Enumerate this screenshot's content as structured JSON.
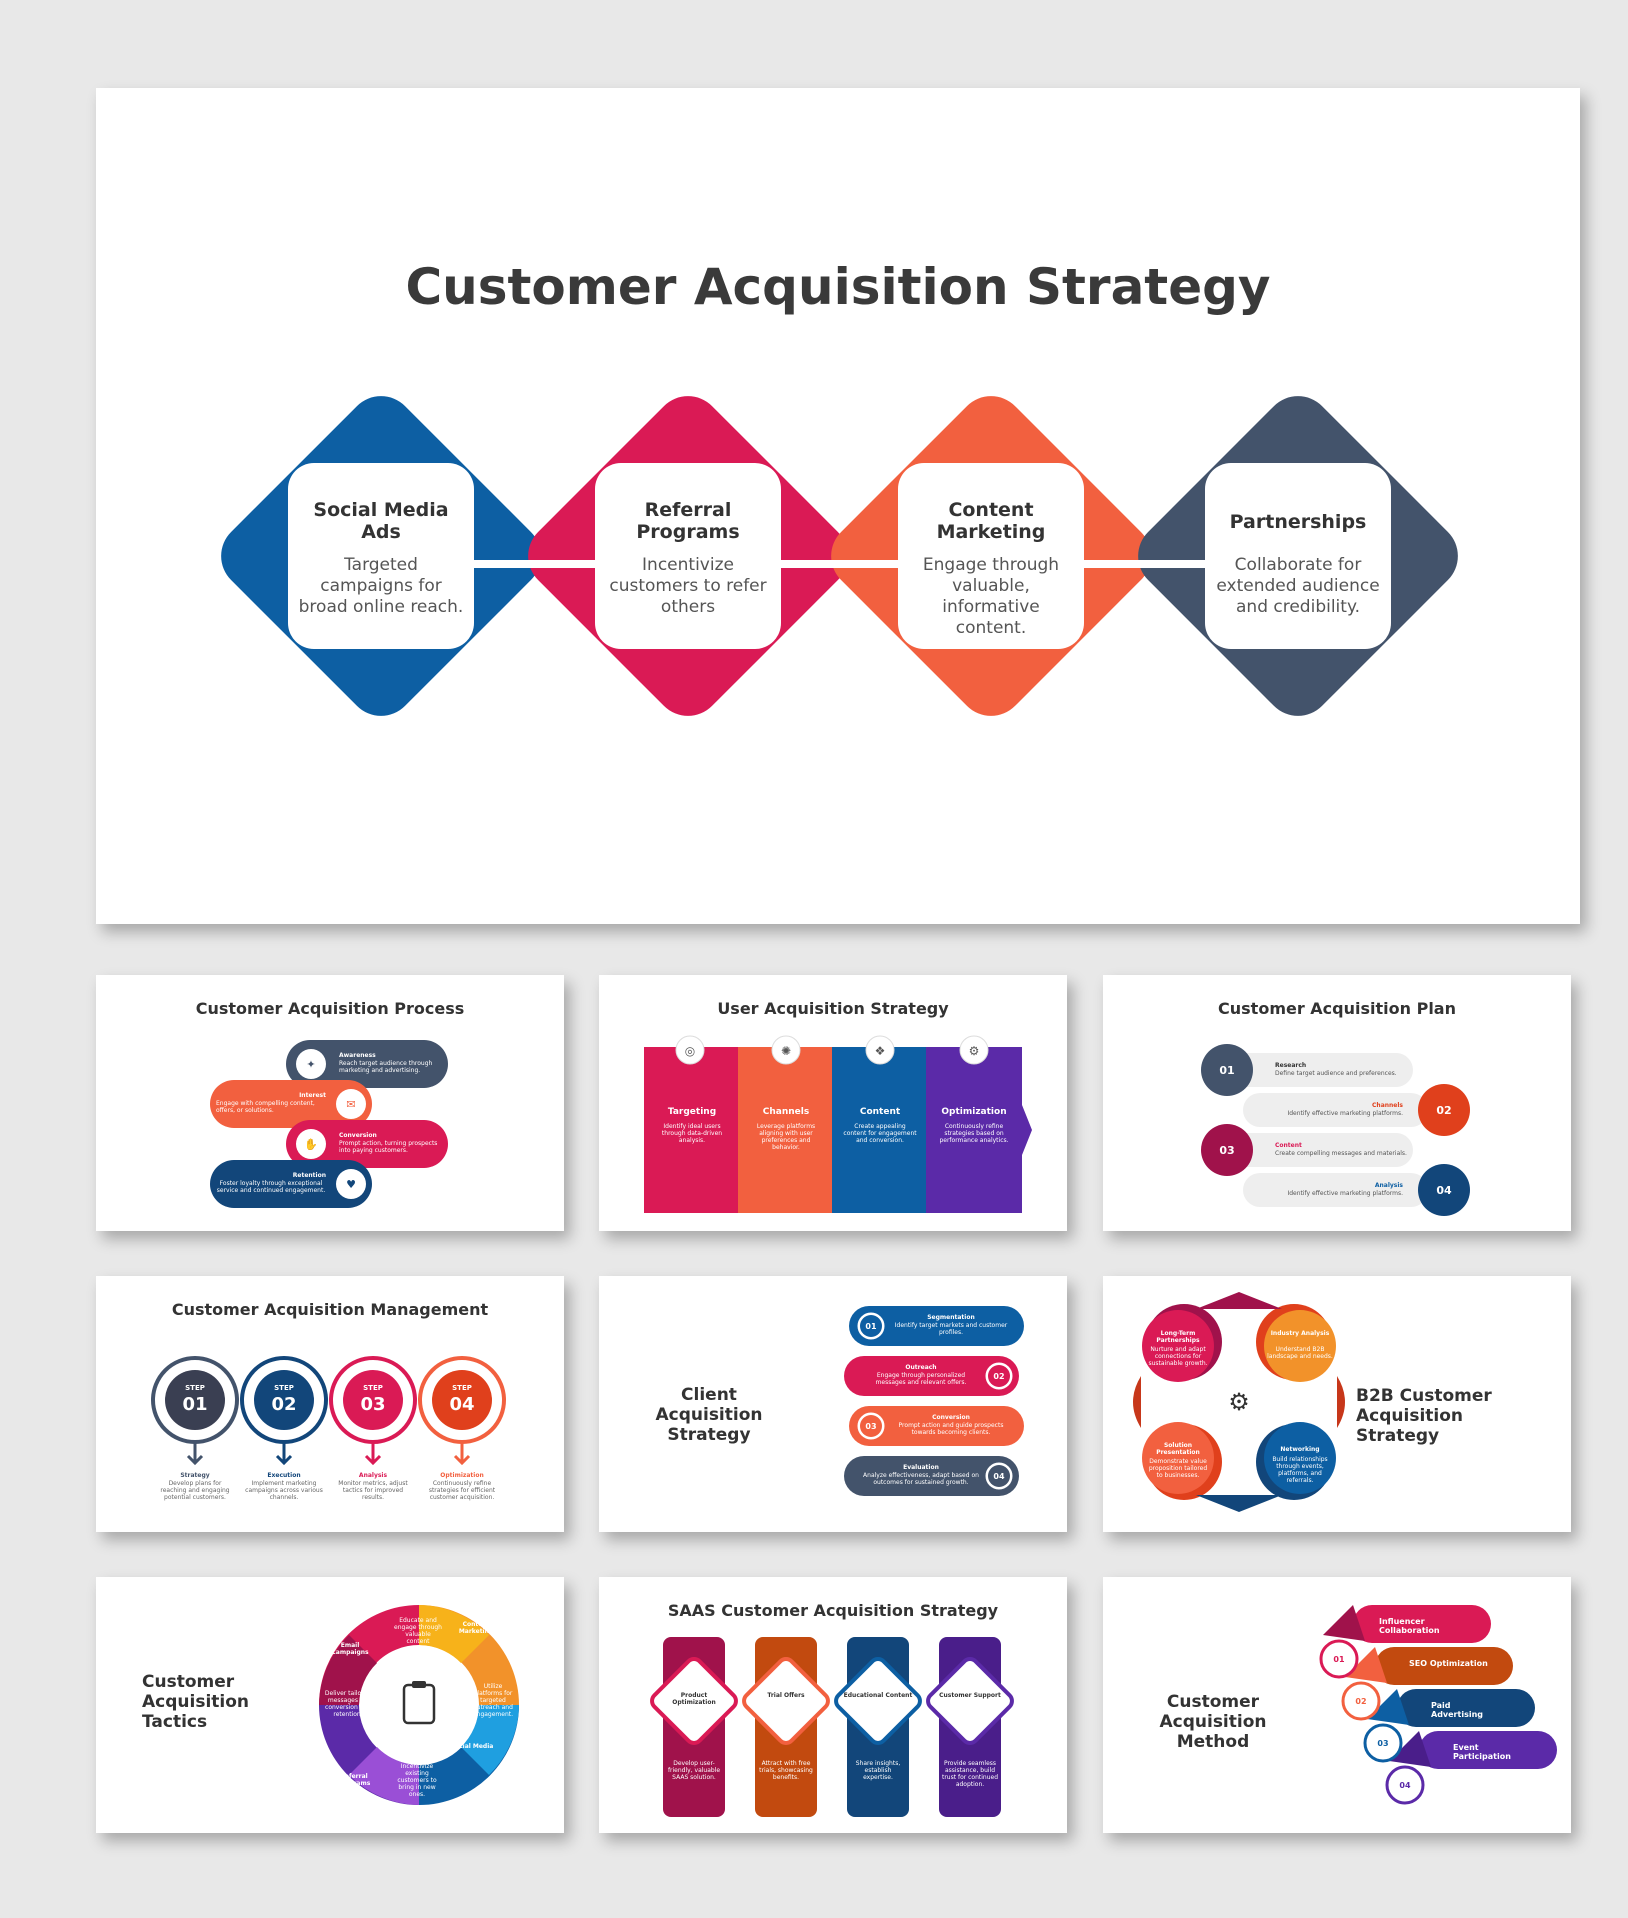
{
  "hero": {
    "title": "Customer Acquisition Strategy",
    "items": [
      {
        "title": "Social Media Ads",
        "desc": "Targeted campaigns for broad online reach.",
        "color": "#0d5fa3"
      },
      {
        "title": "Referral Programs",
        "desc": "Incentivize customers to refer others",
        "color": "#da1a55"
      },
      {
        "title": "Content Marketing",
        "desc": "Engage through valuable, informative content.",
        "color": "#f2603f"
      },
      {
        "title": "Partnerships",
        "desc": "Collaborate for extended audience and credibility.",
        "color": "#43536b"
      }
    ]
  },
  "thumbs": {
    "process": {
      "title": "Customer Acquisition Process",
      "steps": [
        {
          "label": "Awareness",
          "desc": "Reach target audience through marketing and advertising."
        },
        {
          "label": "Interest",
          "desc": "Engage with compelling content, offers, or solutions."
        },
        {
          "label": "Conversion",
          "desc": "Prompt action, turning prospects into paying customers."
        },
        {
          "label": "Retention",
          "desc": "Foster loyalty through exceptional service and continued engagement."
        }
      ]
    },
    "user": {
      "title": "User Acquisition Strategy",
      "cols": [
        {
          "label": "Targeting",
          "desc": "Identify ideal users through data-driven analysis."
        },
        {
          "label": "Channels",
          "desc": "Leverage platforms aligning with user preferences and behavior."
        },
        {
          "label": "Content",
          "desc": "Create appealing content for engagement and conversion."
        },
        {
          "label": "Optimization",
          "desc": "Continuously refine strategies based on performance analytics."
        }
      ]
    },
    "plan": {
      "title": "Customer Acquisition Plan",
      "rows": [
        {
          "num": "01",
          "label": "Research",
          "desc": "Define target audience and preferences."
        },
        {
          "num": "02",
          "label": "Channels",
          "desc": "Identify effective marketing platforms."
        },
        {
          "num": "03",
          "label": "Content",
          "desc": "Create compelling messages and materials."
        },
        {
          "num": "04",
          "label": "Analysis",
          "desc": "Identify effective marketing platforms."
        }
      ]
    },
    "management": {
      "title": "Customer Acquisition Management",
      "step_word": "STEP",
      "steps": [
        {
          "num": "01",
          "label": "Strategy",
          "desc": "Develop plans for reaching and engaging potential customers."
        },
        {
          "num": "02",
          "label": "Execution",
          "desc": "Implement marketing campaigns across various channels."
        },
        {
          "num": "03",
          "label": "Analysis",
          "desc": "Monitor metrics, adjust tactics for improved results."
        },
        {
          "num": "04",
          "label": "Optimization",
          "desc": "Continuously refine strategies for efficient customer acquisition."
        }
      ]
    },
    "client": {
      "title": "Client Acquisition Strategy",
      "rows": [
        {
          "num": "01",
          "label": "Segmentation",
          "desc": "Identify target markets and customer profiles."
        },
        {
          "num": "02",
          "label": "Outreach",
          "desc": "Engage through personalized messages and relevant offers."
        },
        {
          "num": "03",
          "label": "Conversion",
          "desc": "Prompt action and guide prospects towards becoming clients."
        },
        {
          "num": "04",
          "label": "Evaluation",
          "desc": "Analyze effectiveness, adapt based on outcomes for sustained growth."
        }
      ]
    },
    "b2b": {
      "title": "B2B Customer Acquisition Strategy",
      "items": [
        {
          "label": "Long-Term Partnerships",
          "desc": "Nurture and adapt connections for sustainable growth."
        },
        {
          "label": "Industry Analysis",
          "desc": "Understand B2B landscape and needs."
        },
        {
          "label": "Solution Presentation",
          "desc": "Demonstrate value proposition tailored to businesses."
        },
        {
          "label": "Networking",
          "desc": "Build relationships through events, platforms, and referrals."
        }
      ]
    },
    "tactics": {
      "title": "Customer Acquisition Tactics",
      "segments": [
        {
          "label": "Email Campaigns",
          "desc": "Deliver tailored messages for conversion and retention."
        },
        {
          "label": "Content Marketing",
          "desc": "Educate and engage through valuable content"
        },
        {
          "label": "Social Media",
          "desc": "Utilize platforms for targeted outreach and engagement."
        },
        {
          "label": "Referral Programs",
          "desc": "Incentivize existing customers to bring in new ones."
        }
      ]
    },
    "saas": {
      "title": "SAAS Customer Acquisition Strategy",
      "cols": [
        {
          "label": "Product Optimization",
          "desc": "Develop user-friendly, valuable SAAS solution."
        },
        {
          "label": "Trial Offers",
          "desc": "Attract with free trials, showcasing benefits."
        },
        {
          "label": "Educational Content",
          "desc": "Share insights, establish expertise."
        },
        {
          "label": "Customer Support",
          "desc": "Provide seamless assistance, build trust for continued adoption."
        }
      ]
    },
    "method": {
      "title": "Customer Acquisition Method",
      "rows": [
        {
          "num": "01",
          "label": "Influencer Collaboration"
        },
        {
          "num": "02",
          "label": "SEO Optimization"
        },
        {
          "num": "03",
          "label": "Paid Advertising"
        },
        {
          "num": "04",
          "label": "Event Participation"
        }
      ]
    }
  },
  "colors": {
    "blue": "#0d5fa3",
    "crimson": "#da1a55",
    "orange": "#f2603f",
    "slate": "#43536b",
    "purple": "#5b2aa8",
    "navy": "#12467a",
    "maroon": "#a0124b"
  }
}
